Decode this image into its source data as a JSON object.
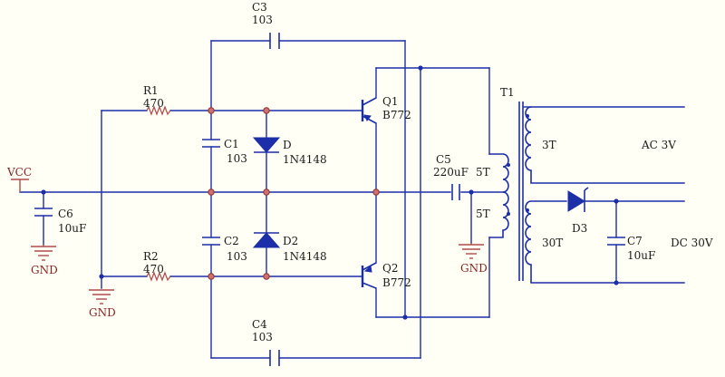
{
  "labels": {
    "c3_ref": "C3",
    "c3_val": "103",
    "c4_ref": "C4",
    "c4_val": "103",
    "c1_ref": "C1",
    "c1_val": "103",
    "c2_ref": "C2",
    "c2_val": "103",
    "c5_ref": "C5",
    "c5_val": "220uF",
    "c6_ref": "C6",
    "c6_val": "10uF",
    "c7_ref": "C7",
    "c7_val": "10uF",
    "r1_ref": "R1",
    "r1_val": "470",
    "r2_ref": "R2",
    "r2_val": "470",
    "d_ref": "D",
    "d_val": "1N4148",
    "d2_ref": "D2",
    "d2_val": "1N4148",
    "d3_ref": "D3",
    "q1_ref": "Q1",
    "q1_val": "B772",
    "q2_ref": "Q2",
    "q2_val": "B772",
    "t1_ref": "T1",
    "w_5t_top": "5T",
    "w_5t_bot": "5T",
    "w_3t": "3T",
    "w_30t": "30T",
    "vcc": "VCC",
    "gnd_c6": "GND",
    "gnd_r2": "GND",
    "gnd_t1": "GND",
    "out_ac": "AC 3V",
    "out_dc": "DC 30V"
  },
  "colors": {
    "wire": "#1c2fa8",
    "ground": "#b04a4a",
    "background": "#fffff5"
  }
}
